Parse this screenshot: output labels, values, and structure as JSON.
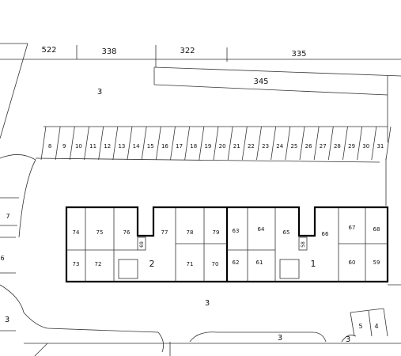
{
  "parcels": {
    "p522": "522",
    "p338": "338",
    "p322": "322",
    "p335": "335",
    "p345": "345",
    "p3_north": "3",
    "p3_center": "3",
    "p3_southwest": "3",
    "p3_south": "3",
    "p3_southeast": "3",
    "p7": "7",
    "p6": "6",
    "p5": "5",
    "p4": "4"
  },
  "parking_spaces": [
    "8",
    "9",
    "10",
    "11",
    "12",
    "13",
    "14",
    "15",
    "16",
    "17",
    "18",
    "19",
    "20",
    "21",
    "22",
    "23",
    "24",
    "25",
    "26",
    "27",
    "28",
    "29",
    "30",
    "31"
  ],
  "buildings": {
    "b2": {
      "label": "2",
      "units_top": [
        "74",
        "75",
        "76",
        "77",
        "78",
        "79"
      ],
      "units_bottom": [
        "73",
        "72",
        "71",
        "70"
      ],
      "stair": "69"
    },
    "b1": {
      "label": "1",
      "units_top": [
        "63",
        "64",
        "65",
        "66",
        "67",
        "68"
      ],
      "units_bottom": [
        "62",
        "61",
        "60",
        "59"
      ],
      "stair": "58"
    }
  }
}
